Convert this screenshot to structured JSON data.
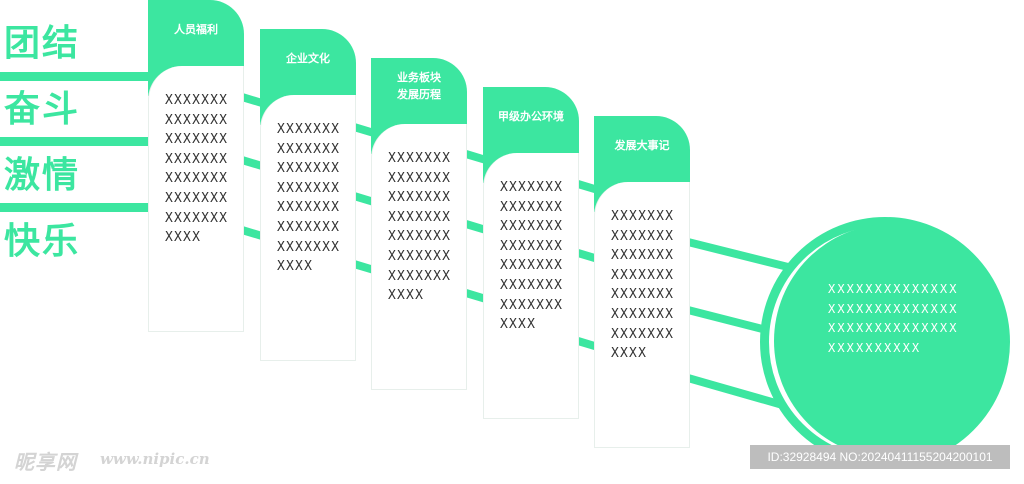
{
  "colors": {
    "accent": "#3ce6a0",
    "panel_text": "#333333",
    "circle_text": "#ffffff"
  },
  "slogans": [
    "团结",
    "奋斗",
    "激情",
    "快乐"
  ],
  "panels": [
    {
      "title_lines": [
        "人员福利"
      ],
      "text": "XXXXXXXXXXXXXXXXXXXXXXXXXXXXXXXXXXXXXXXXXXXXXXXXXXXXX"
    },
    {
      "title_lines": [
        "企业文化"
      ],
      "text": "XXXXXXXXXXXXXXXXXXXXXXXXXXXXXXXXXXXXXXXXXXXXXXXXXXXXX"
    },
    {
      "title_lines": [
        "业务板块",
        "发展历程"
      ],
      "text": "XXXXXXXXXXXXXXXXXXXXXXXXXXXXXXXXXXXXXXXXXXXXXXXXXXXXX"
    },
    {
      "title_lines": [
        "甲级办公环境"
      ],
      "text": "XXXXXXXXXXXXXXXXXXXXXXXXXXXXXXXXXXXXXXXXXXXXXXXXXXXXX"
    },
    {
      "title_lines": [
        "发展大事记"
      ],
      "text": "XXXXXXXXXXXXXXXXXXXXXXXXXXXXXXXXXXXXXXXXXXXXXXXXXXXXX"
    }
  ],
  "circle": {
    "text": "XXXXXXXXXXXXXXXXXXXXXXXXXXXXXXXXXXXXXXXXXXXXXXXXXXXX"
  },
  "watermark": {
    "logo": "昵享网",
    "url": "www.nipic.cn",
    "id": "ID:32928494 NO:20240411155204200101"
  }
}
